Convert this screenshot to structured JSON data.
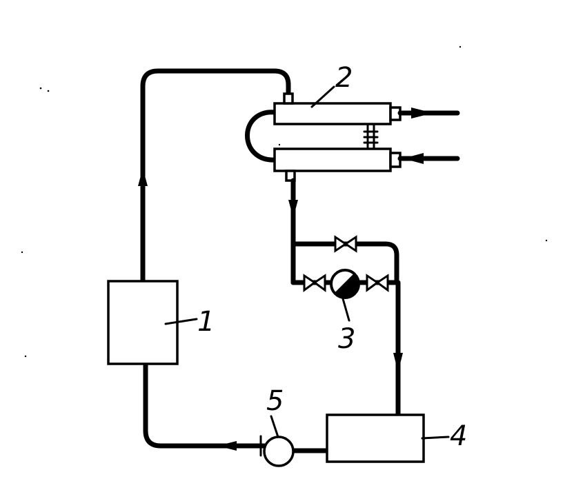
{
  "labels": {
    "unit_1": "1",
    "unit_2": "2",
    "unit_3": "3",
    "unit_4": "4",
    "unit_5": "5"
  },
  "colors": {
    "line": "#000000",
    "background": "#ffffff"
  }
}
